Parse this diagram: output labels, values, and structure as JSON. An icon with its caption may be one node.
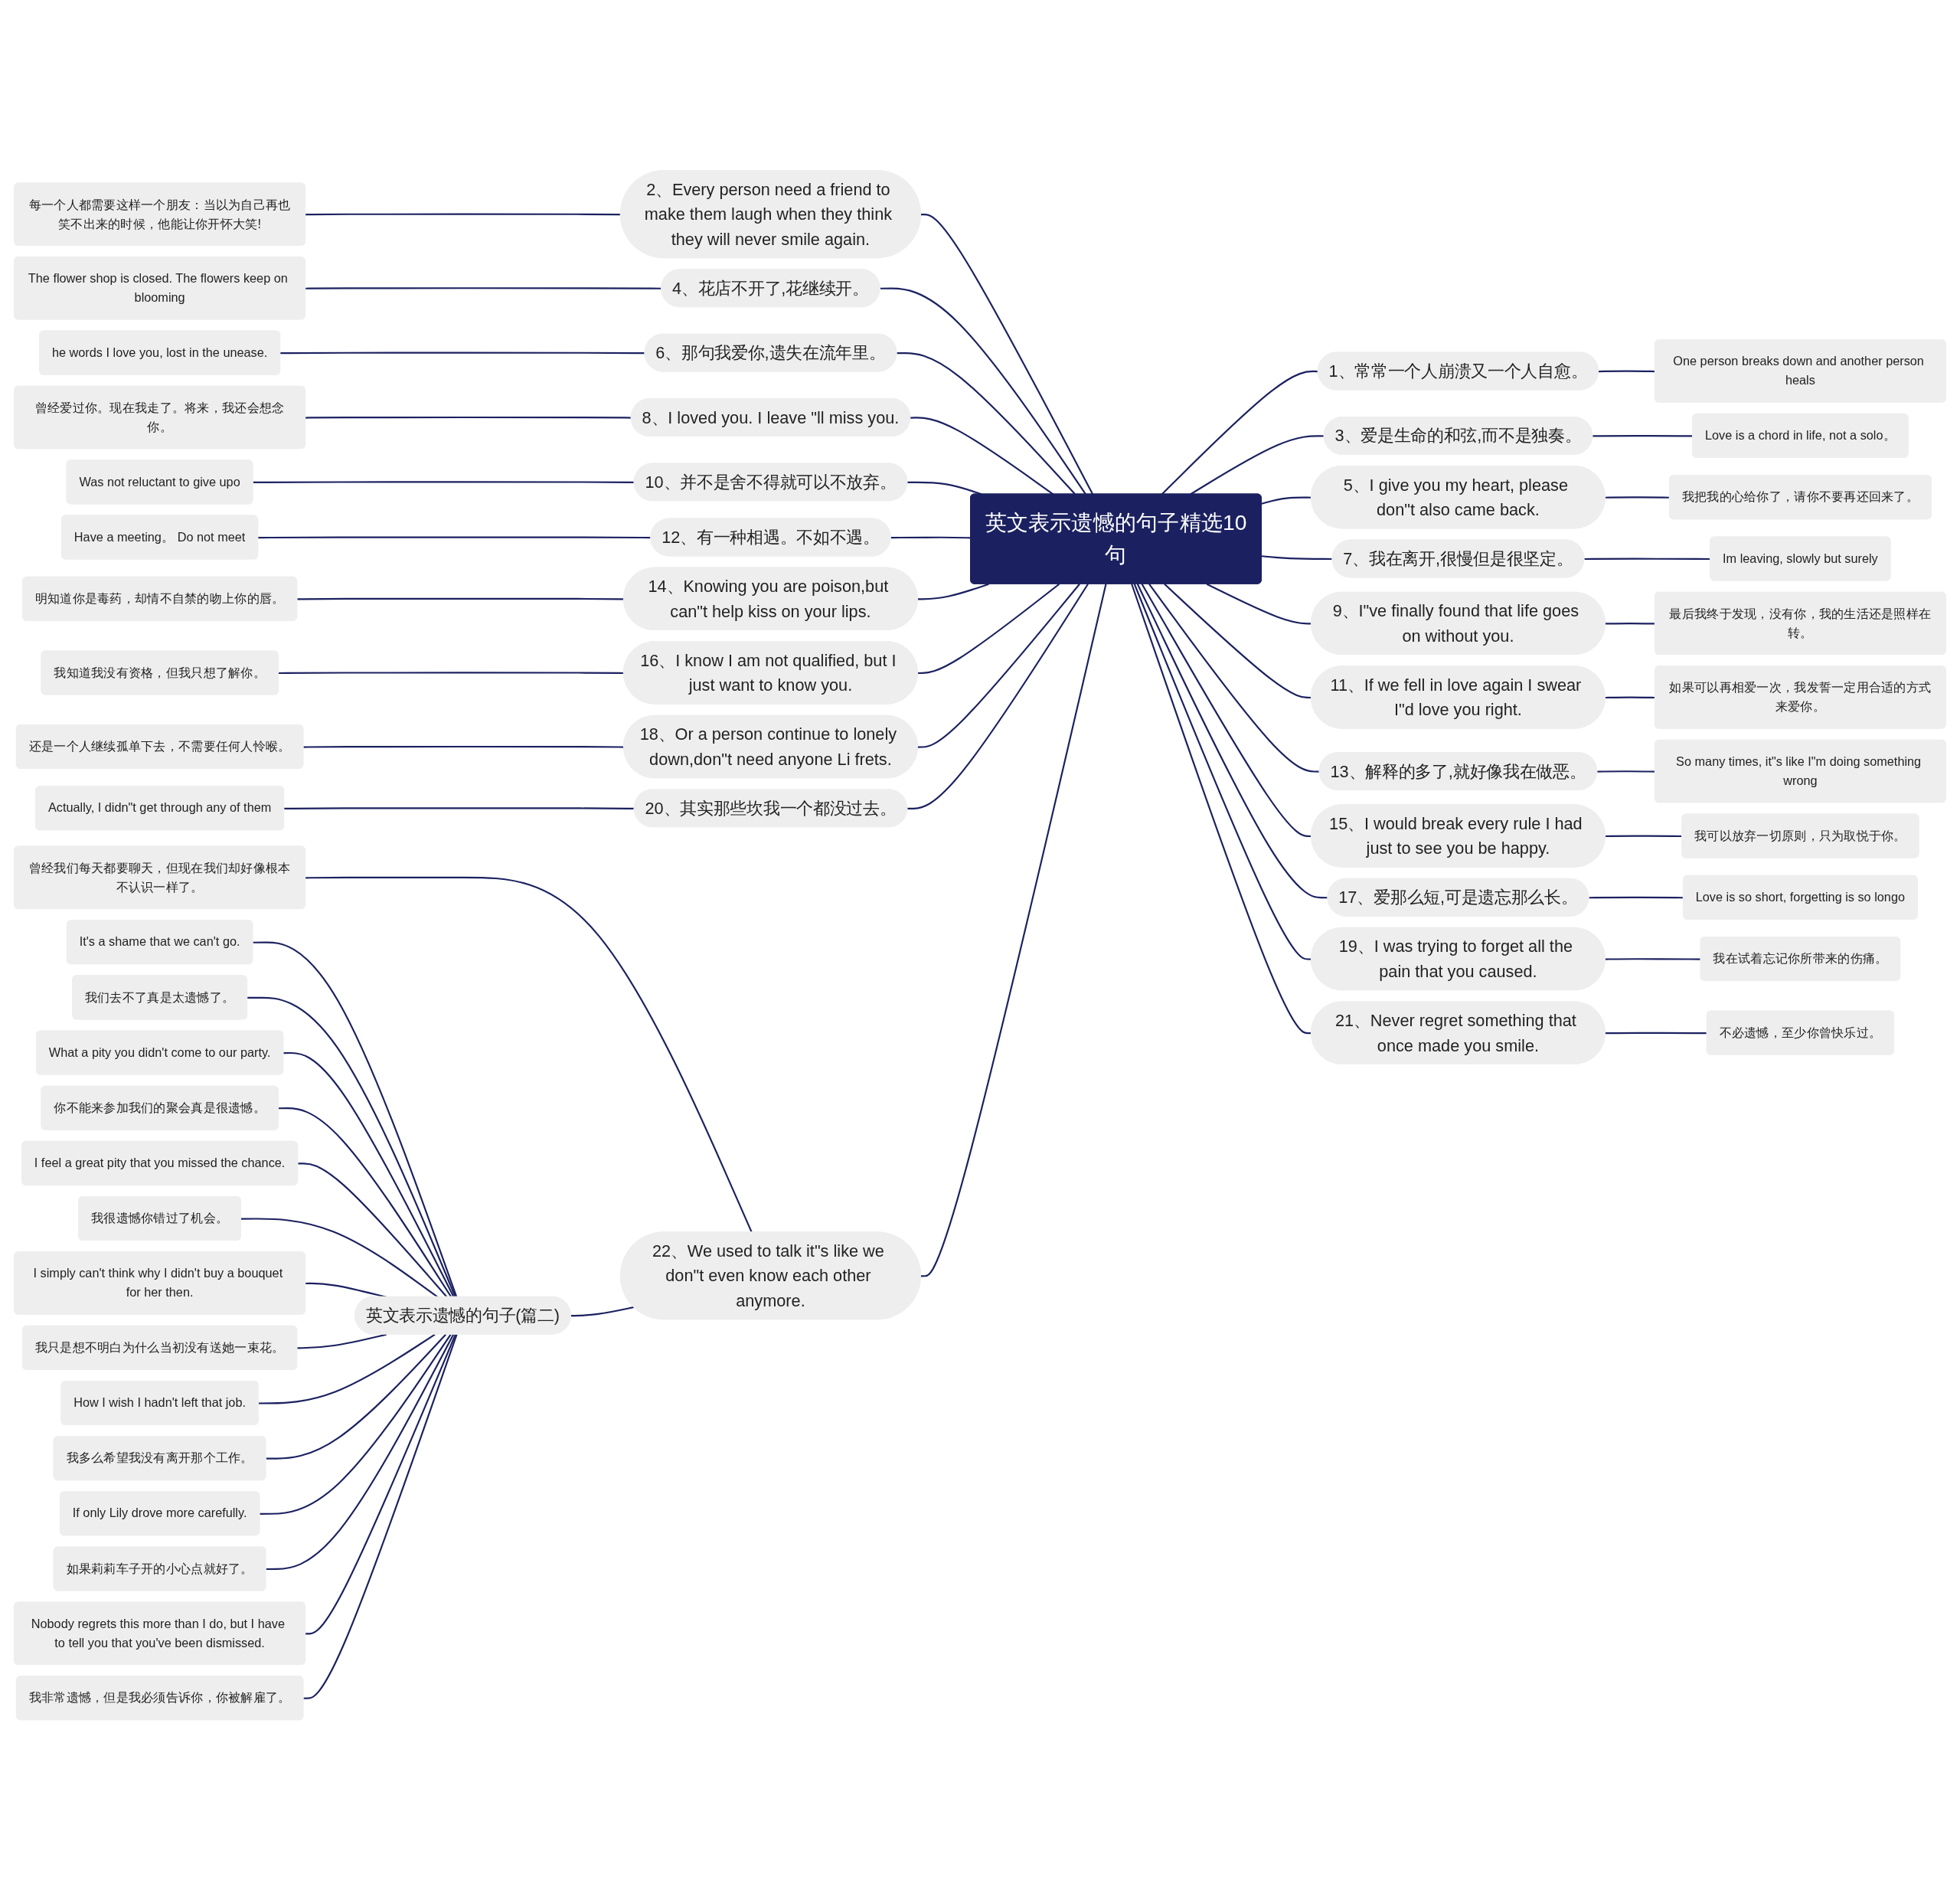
{
  "diagram": {
    "nodes": [
      {
        "text": [
          "英文表示遗憾的句子精选10句"
        ]
      },
      {
        "text": [
          "1、常常一个人崩溃又一个人自愈。"
        ]
      },
      {
        "text": [
          "One person breaks down and another person heals"
        ]
      },
      {
        "text": [
          "2、Every person need a friend to make them laugh when they think they will never smile again."
        ]
      },
      {
        "text": [
          "每一个人都需要这样一个朋友：当以为自己再也笑不出来的时候，他能让你开怀大笑!"
        ]
      },
      {
        "text": [
          "3、爱是生命的和弦,而不是独奏。"
        ]
      },
      {
        "text": [
          "Love is a chord in life, not a solo。"
        ]
      },
      {
        "text": [
          "4、花店不开了,花继续开。"
        ]
      },
      {
        "text": [
          "The flower shop is closed. The flowers keep on blooming"
        ]
      },
      {
        "text": [
          "5、I give you my heart, please don\"t also came back."
        ]
      },
      {
        "text": [
          "我把我的心给你了，请你不要再还回来了。"
        ]
      },
      {
        "text": [
          "6、那句我爱你,遗失在流年里。"
        ]
      },
      {
        "text": [
          "he words I love you, lost in the unease."
        ]
      },
      {
        "text": [
          "7、我在离开,很慢但是很坚定。"
        ]
      },
      {
        "text": [
          "Im leaving, slowly but surely"
        ]
      },
      {
        "text": [
          "8、I loved you. I leave \"ll miss you."
        ]
      },
      {
        "text": [
          "曾经爱过你。现在我走了。将来，我还会想念你。"
        ]
      },
      {
        "text": [
          "9、I\"ve finally found that life goes on without you."
        ]
      },
      {
        "text": [
          "最后我终于发现，没有你，我的生活还是照样在转。"
        ]
      },
      {
        "text": [
          "10、并不是舍不得就可以不放弃。"
        ]
      },
      {
        "text": [
          "Was not reluctant to give upo"
        ]
      },
      {
        "text": [
          "11、If we fell in love again I swear I\"d love you right."
        ]
      },
      {
        "text": [
          "如果可以再相爱一次，我发誓一定用合适的方式来爱你。"
        ]
      },
      {
        "text": [
          "12、有一种相遇。不如不遇。"
        ]
      },
      {
        "text": [
          "Have a meeting。 Do not meet"
        ]
      },
      {
        "text": [
          "13、解释的多了,就好像我在做恶。"
        ]
      },
      {
        "text": [
          "So many times, it\"s like I\"m doing something wrong"
        ]
      },
      {
        "text": [
          "14、Knowing you are poison,but can\"t help kiss on your lips."
        ]
      },
      {
        "text": [
          "明知道你是毒药，却情不自禁的吻上你的唇。"
        ]
      },
      {
        "text": [
          "15、I would break every rule I had just to see you be happy."
        ]
      },
      {
        "text": [
          "我可以放弃一切原则，只为取悦于你。"
        ]
      },
      {
        "text": [
          "16、I know I am not qualified, but I just want to know you."
        ]
      },
      {
        "text": [
          "我知道我没有资格，但我只想了解你。"
        ]
      },
      {
        "text": [
          "17、爱那么短,可是遗忘那么长。"
        ]
      },
      {
        "text": [
          "Love is so short, forgetting is so longo"
        ]
      },
      {
        "text": [
          "18、Or a person continue to lonely down,don\"t need anyone Li frets."
        ]
      },
      {
        "text": [
          "还是一个人继续孤单下去，不需要任何人怜喉。"
        ]
      },
      {
        "text": [
          "19、I was trying to forget all the pain that you caused."
        ]
      },
      {
        "text": [
          "我在试着忘记你所带来的伤痛。"
        ]
      },
      {
        "text": [
          "20、其实那些坎我一个都没过去。"
        ]
      },
      {
        "text": [
          "Actually, I didn\"t get through any of them"
        ]
      },
      {
        "text": [
          "21、Never regret something that once made you smile."
        ]
      },
      {
        "text": [
          "不必遗憾，至少你曾快乐过。"
        ]
      },
      {
        "text": [
          "22、We used to talk it\"s like we don\"t even know each other anymore."
        ]
      },
      {
        "text": [
          "曾经我们每天都要聊天，但现在我们却好像根本不认识一样了。"
        ]
      },
      {
        "text": [
          "英文表示遗憾的句子(篇二)"
        ]
      },
      {
        "text": [
          "It's a shame that we can't go."
        ]
      },
      {
        "text": [
          "我们去不了真是太遗憾了。"
        ]
      },
      {
        "text": [
          "What a pity you didn't come to our party."
        ]
      },
      {
        "text": [
          "你不能来参加我们的聚会真是很遗憾。"
        ]
      },
      {
        "text": [
          "I feel a great pity that you missed the chance."
        ]
      },
      {
        "text": [
          "我很遗憾你错过了机会。"
        ]
      },
      {
        "text": [
          "I simply can't think why I didn't buy a bouquet for her then."
        ]
      },
      {
        "text": [
          "我只是想不明白为什么当初没有送她一束花。"
        ]
      },
      {
        "text": [
          "How I wish I hadn't left that job."
        ]
      },
      {
        "text": [
          "我多么希望我没有离开那个工作。"
        ]
      },
      {
        "text": [
          "If only Lily drove more carefully."
        ]
      },
      {
        "text": [
          "如果莉莉车子开的小心点就好了。"
        ]
      },
      {
        "text": [
          "Nobody regrets this more than I do, but I have to tell you that you've been dismissed."
        ]
      },
      {
        "text": [
          "我非常遗憾，但是我必须告诉你，你被解雇了。"
        ]
      }
    ],
    "edges": [
      {
        "from": 0,
        "to": 1,
        "arrow": "none"
      },
      {
        "from": 1,
        "to": 2,
        "arrow": "none"
      },
      {
        "from": 0,
        "to": 3,
        "arrow": "none"
      },
      {
        "from": 3,
        "to": 4,
        "arrow": "none"
      },
      {
        "from": 0,
        "to": 5,
        "arrow": "none"
      },
      {
        "from": 5,
        "to": 6,
        "arrow": "none"
      },
      {
        "from": 0,
        "to": 7,
        "arrow": "none"
      },
      {
        "from": 7,
        "to": 8,
        "arrow": "none"
      },
      {
        "from": 0,
        "to": 9,
        "arrow": "none"
      },
      {
        "from": 9,
        "to": 10,
        "arrow": "none"
      },
      {
        "from": 0,
        "to": 11,
        "arrow": "none"
      },
      {
        "from": 11,
        "to": 12,
        "arrow": "none"
      },
      {
        "from": 0,
        "to": 13,
        "arrow": "none"
      },
      {
        "from": 13,
        "to": 14,
        "arrow": "none"
      },
      {
        "from": 0,
        "to": 15,
        "arrow": "none"
      },
      {
        "from": 15,
        "to": 16,
        "arrow": "none"
      },
      {
        "from": 0,
        "to": 17,
        "arrow": "none"
      },
      {
        "from": 17,
        "to": 18,
        "arrow": "none"
      },
      {
        "from": 0,
        "to": 19,
        "arrow": "none"
      },
      {
        "from": 19,
        "to": 20,
        "arrow": "none"
      },
      {
        "from": 0,
        "to": 21,
        "arrow": "none"
      },
      {
        "from": 21,
        "to": 22,
        "arrow": "none"
      },
      {
        "from": 0,
        "to": 23,
        "arrow": "none"
      },
      {
        "from": 23,
        "to": 24,
        "arrow": "none"
      },
      {
        "from": 0,
        "to": 25,
        "arrow": "none"
      },
      {
        "from": 25,
        "to": 26,
        "arrow": "none"
      },
      {
        "from": 0,
        "to": 27,
        "arrow": "none"
      },
      {
        "from": 27,
        "to": 28,
        "arrow": "none"
      },
      {
        "from": 0,
        "to": 29,
        "arrow": "none"
      },
      {
        "from": 29,
        "to": 30,
        "arrow": "none"
      },
      {
        "from": 0,
        "to": 31,
        "arrow": "none"
      },
      {
        "from": 31,
        "to": 32,
        "arrow": "none"
      },
      {
        "from": 0,
        "to": 33,
        "arrow": "none"
      },
      {
        "from": 33,
        "to": 34,
        "arrow": "none"
      },
      {
        "from": 0,
        "to": 35,
        "arrow": "none"
      },
      {
        "from": 35,
        "to": 36,
        "arrow": "none"
      },
      {
        "from": 0,
        "to": 37,
        "arrow": "none"
      },
      {
        "from": 37,
        "to": 38,
        "arrow": "none"
      },
      {
        "from": 0,
        "to": 39,
        "arrow": "none"
      },
      {
        "from": 39,
        "to": 40,
        "arrow": "none"
      },
      {
        "from": 0,
        "to": 41,
        "arrow": "none"
      },
      {
        "from": 41,
        "to": 42,
        "arrow": "none"
      },
      {
        "from": 0,
        "to": 43,
        "arrow": "none"
      },
      {
        "from": 43,
        "to": 44,
        "arrow": "none"
      },
      {
        "from": 43,
        "to": 45,
        "arrow": "none"
      },
      {
        "from": 45,
        "to": 46,
        "arrow": "none"
      },
      {
        "from": 45,
        "to": 47,
        "arrow": "none"
      },
      {
        "from": 45,
        "to": 48,
        "arrow": "none"
      },
      {
        "from": 45,
        "to": 49,
        "arrow": "none"
      },
      {
        "from": 45,
        "to": 50,
        "arrow": "none"
      },
      {
        "from": 45,
        "to": 51,
        "arrow": "none"
      },
      {
        "from": 45,
        "to": 52,
        "arrow": "none"
      },
      {
        "from": 45,
        "to": 53,
        "arrow": "none"
      },
      {
        "from": 45,
        "to": 54,
        "arrow": "none"
      },
      {
        "from": 45,
        "to": 55,
        "arrow": "none"
      },
      {
        "from": 45,
        "to": 56,
        "arrow": "none"
      },
      {
        "from": 45,
        "to": 57,
        "arrow": "none"
      },
      {
        "from": 45,
        "to": 58,
        "arrow": "none"
      },
      {
        "from": 45,
        "to": 59,
        "arrow": "none"
      }
    ]
  }
}
